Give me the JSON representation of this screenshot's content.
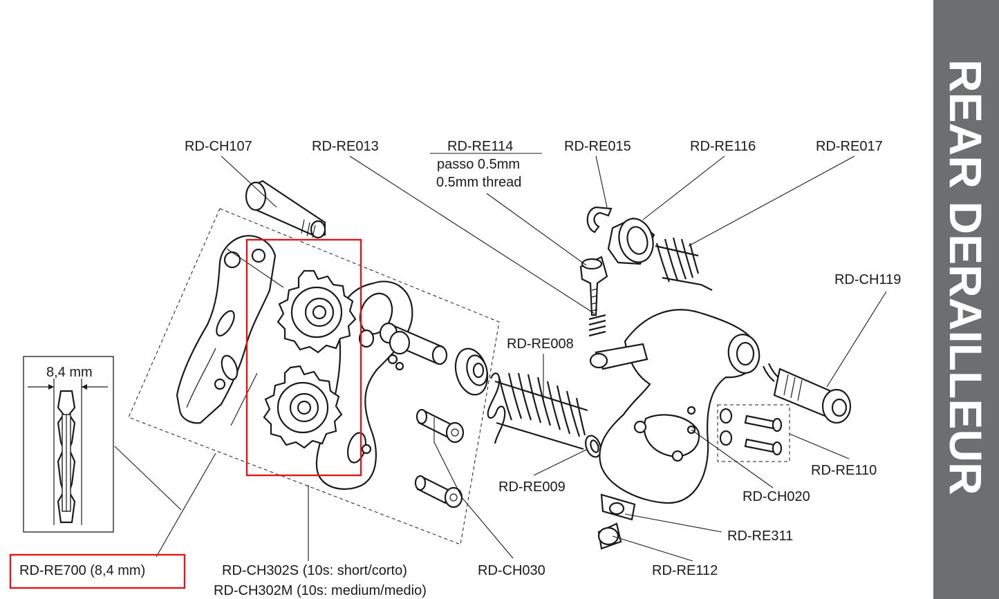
{
  "side_title": "REAR DERAILLEUR",
  "dimension": "8,4 mm",
  "labels": {
    "ch107": "RD-CH107",
    "re013": "RD-RE013",
    "re114": "RD-RE114",
    "re114_note1": "passo 0.5mm",
    "re114_note2": "0.5mm thread",
    "re015": "RD-RE015",
    "re116": "RD-RE116",
    "re017": "RD-RE017",
    "ch119": "RD-CH119",
    "re008": "RD-RE008",
    "re009": "RD-RE009",
    "re110": "RD-RE110",
    "ch020": "RD-CH020",
    "re311": "RD-RE311",
    "re112": "RD-RE112",
    "ch030": "RD-CH030",
    "ch302s": "RD-CH302S (10s: short/corto)",
    "ch302m": "RD-CH302M (10s: medium/medio)",
    "re700": "RD-RE700 (8,4 mm)"
  },
  "colors": {
    "highlight": "#e3141b",
    "side_bar": "#6d6e70",
    "ink": "#1a1a1a"
  }
}
